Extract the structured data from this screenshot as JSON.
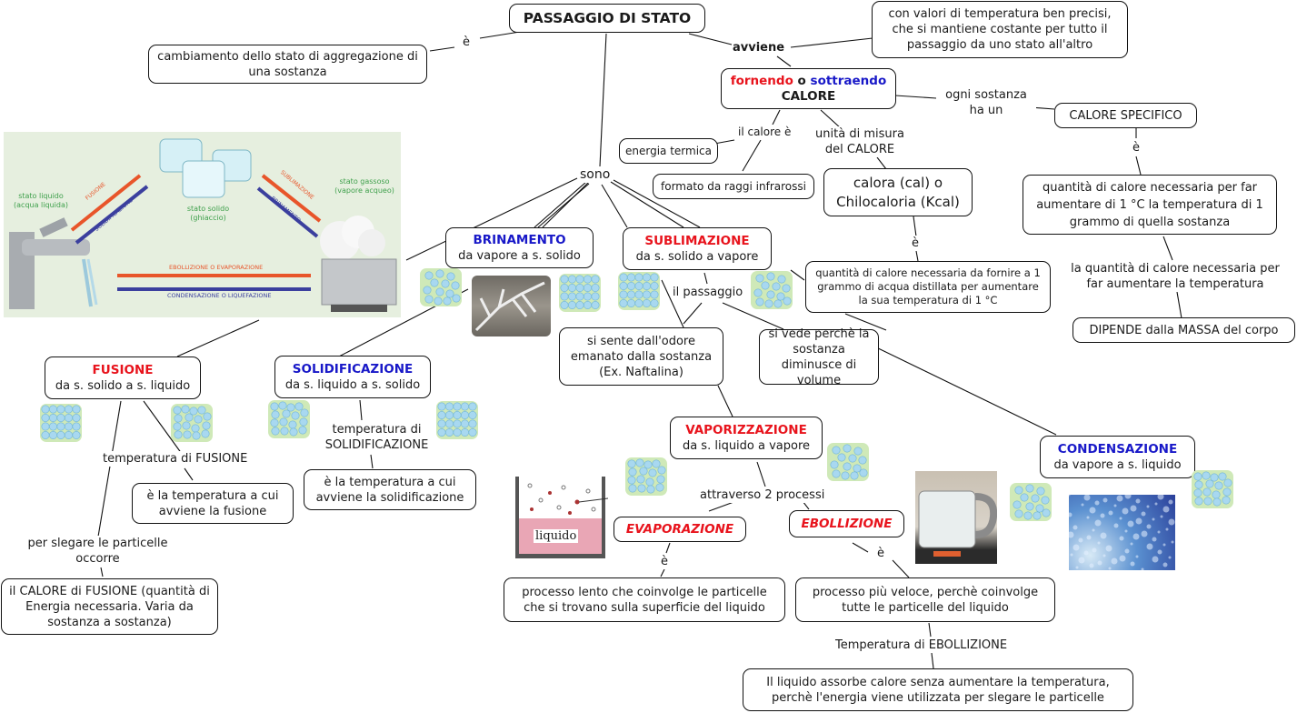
{
  "root": "PASSAGGIO DI STATO",
  "definition": "cambiamento dello stato di aggregazione di una sostanza",
  "linkwords": {
    "e_def": "è",
    "avviene": "avviene",
    "sono": "sono",
    "il_calore_e": "il calore è",
    "unita_misura": "unità di misura del CALORE",
    "ogni_sostanza": "ogni sostanza ha un",
    "e_cal": "è",
    "e_specifico": "è",
    "quantita_massa": "la quantità di calore necessaria per far aumentare la temperatura",
    "il_passaggio": "il passaggio",
    "temp_fusione": "temperatura di FUSIONE",
    "temp_solidificazione": "temperatura di SOLIDIFICAZIONE",
    "per_slegare": "per slegare le particelle occorre",
    "attraverso": "attraverso 2 processi",
    "e_evap": "è",
    "e_ebol": "è",
    "temp_ebollizione": "Temperatura di EBOLLIZIONE"
  },
  "nodes": {
    "condizione": "con valori di temperatura ben precisi, che si mantiene costante per tutto il passaggio da uno stato all'altro",
    "calore": {
      "part1": "fornendo",
      "part2": " o ",
      "part3": "sottraendo",
      "line2": "CALORE"
    },
    "energia_termica": "energia termica",
    "raggi": "formato da raggi infrarossi",
    "unita": "calora (cal) o Chilocaloria (Kcal)",
    "caloria_def": "quantità di calore necessaria da fornire a 1 grammo di acqua distillata per aumentare la sua temperatura di 1 °C",
    "calore_specifico": "CALORE SPECIFICO",
    "specifico_def": "quantità di calore necessaria per far aumentare di 1 °C la temperatura di 1 grammo di quella sostanza",
    "massa": "DIPENDE dalla MASSA del corpo",
    "brinamento": {
      "title": "BRINAMENTO",
      "sub": "da vapore a s. solido"
    },
    "sublimazione": {
      "title": "SUBLIMAZIONE",
      "sub": "da s. solido a vapore"
    },
    "odore": "si sente dall'odore emanato dalla sostanza (Ex. Naftalina)",
    "volume": "si vede perchè la sostanza diminusce di volume",
    "fusione": {
      "title": "FUSIONE",
      "sub": "da s. solido a s. liquido"
    },
    "solidificazione": {
      "title": "SOLIDIFICAZIONE",
      "sub": "da s. liquido a s. solido"
    },
    "fusione_temp": "è la temperatura a cui avviene la fusione",
    "solid_temp": "è la temperatura a cui avviene la solidificazione",
    "calore_fusione": "il CALORE di FUSIONE (quantità di Energia necessaria. Varia da sostanza a sostanza)",
    "vaporizzazione": {
      "title": "VAPORIZZAZIONE",
      "sub": "da s. liquido a vapore"
    },
    "condensazione": {
      "title": "CONDENSAZIONE",
      "sub": "da vapore a s. liquido"
    },
    "evaporazione": "EVAPORAZIONE",
    "ebollizione": "EBOLLIZIONE",
    "evap_def": "processo  lento che coinvolge le particelle che si trovano sulla superficie del liquido",
    "ebol_def": "processo più veloce, perchè coinvolge tutte le particelle del liquido",
    "ebol_temp_def": "Il liquido assorbe calore senza aumentare la temperatura, perchè l'energia viene utilizzata per slegare le particelle"
  },
  "illustration": {
    "stato_liquido": "stato liquido (acqua liquida)",
    "stato_solido": "stato solido (ghiaccio)",
    "stato_gassoso": "stato gassoso (vapore acqueo)",
    "fusione": "FUSIONE",
    "solidificazione": "SOLIDIFICAZIONE",
    "sublimazione": "SUBLIMAZIONE",
    "brinamento": "BRINAMENTO",
    "ebollizione": "EBOLLIZIONE O EVAPORAZIONE",
    "condensazione": "CONDENSAZIONE O LIQUEFAZIONE"
  },
  "evap_image_label": "liquido",
  "colors": {
    "red": "#e8131c",
    "blue": "#1818c8",
    "particle_bg": "#cfe9b8",
    "particle": "#a8d8f0"
  }
}
